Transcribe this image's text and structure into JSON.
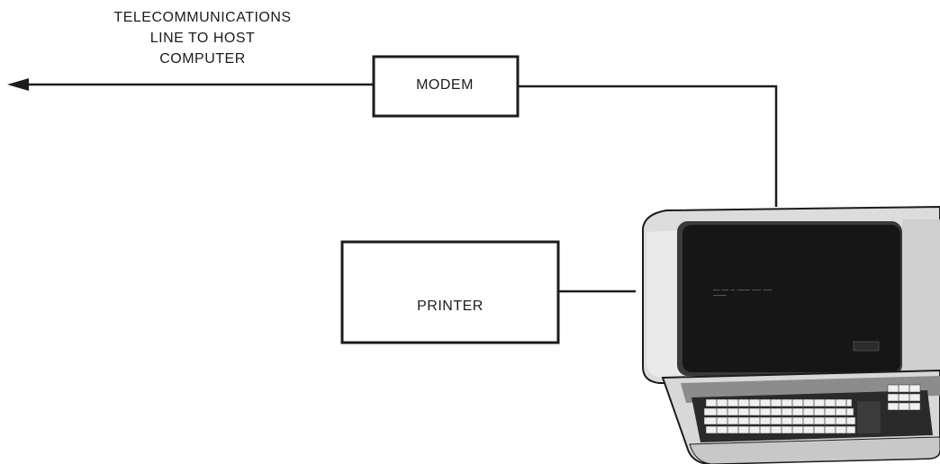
{
  "telecom_line": {
    "label_lines": [
      "TELECOMMUNICATIONS",
      "LINE TO HOST",
      "COMPUTER"
    ]
  },
  "modem": {
    "label": "MODEM"
  },
  "printer": {
    "label": "PRINTER"
  },
  "terminal": {
    "icon": "computer-terminal-icon"
  },
  "colors": {
    "ink": "#1c1c1c",
    "background": "#ffffff"
  }
}
